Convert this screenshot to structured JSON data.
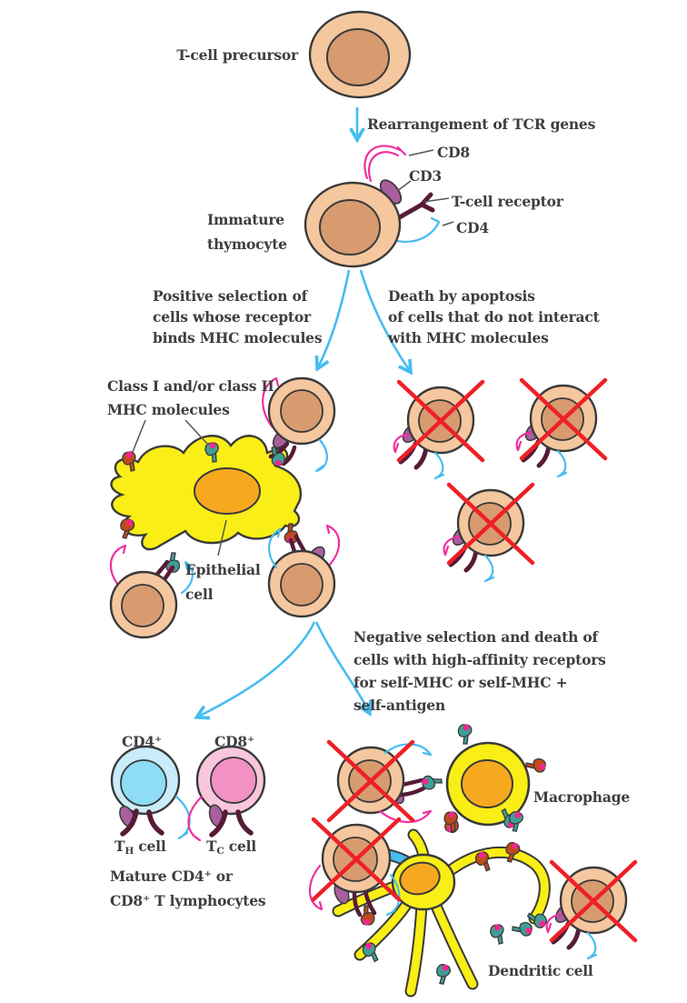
{
  "palette": {
    "cell_tan": "#f5c79e",
    "cell_nucleus": "#d79b6f",
    "outline": "#3a3a3a",
    "arrow_cyan": "#45bdf0",
    "magenta": "#ee2f9f",
    "purple": "#a85f9e",
    "maroon": "#561b36",
    "teal": "#3f9e94",
    "rust": "#c04a1e",
    "yellow": "#f9ee15",
    "orange": "#f6a91f",
    "red_x": "#ee2026",
    "dot_pink": "#f2268f",
    "blue_outer": "#c9ecfa",
    "blue_nucleus": "#8edcf5",
    "pink_outer": "#f9c7dd",
    "pink_nucleus": "#f191c4",
    "text": "#3e3e3e",
    "pointer_gray": "#555555"
  },
  "labels": {
    "t_cell_precursor": "T-cell precursor",
    "rearrangement": "Rearrangement of TCR genes",
    "cd8": "CD8",
    "cd3": "CD3",
    "t_cell_receptor": "T-cell receptor",
    "cd4": "CD4",
    "immature_thymocyte": [
      "Immature",
      "thymocyte"
    ],
    "positive_selection": [
      "Positive selection of",
      "cells whose receptor",
      "binds MHC molecules"
    ],
    "death_by_apoptosis": [
      "Death by apoptosis",
      "of cells that do not interact",
      "with MHC molecules"
    ],
    "class_mhc": [
      "Class I and/or class II",
      "MHC molecules"
    ],
    "epithelial_cell": [
      "Epithelial",
      "cell"
    ],
    "negative_selection": [
      "Negative selection and death of",
      "cells with high-affinity receptors",
      "for self-MHC or self-MHC +",
      "self-antigen"
    ],
    "cd4_plus": "CD4⁺",
    "cd8_plus": "CD8⁺",
    "th_cell": {
      "pre": "T",
      "sub": "H",
      "post": " cell"
    },
    "tc_cell": {
      "pre": "T",
      "sub": "C",
      "post": " cell"
    },
    "mature": [
      "Mature CD4⁺ or",
      "CD8⁺ T lymphocytes"
    ],
    "macrophage": "Macrophage",
    "dendritic_cell": "Dendritic cell"
  }
}
